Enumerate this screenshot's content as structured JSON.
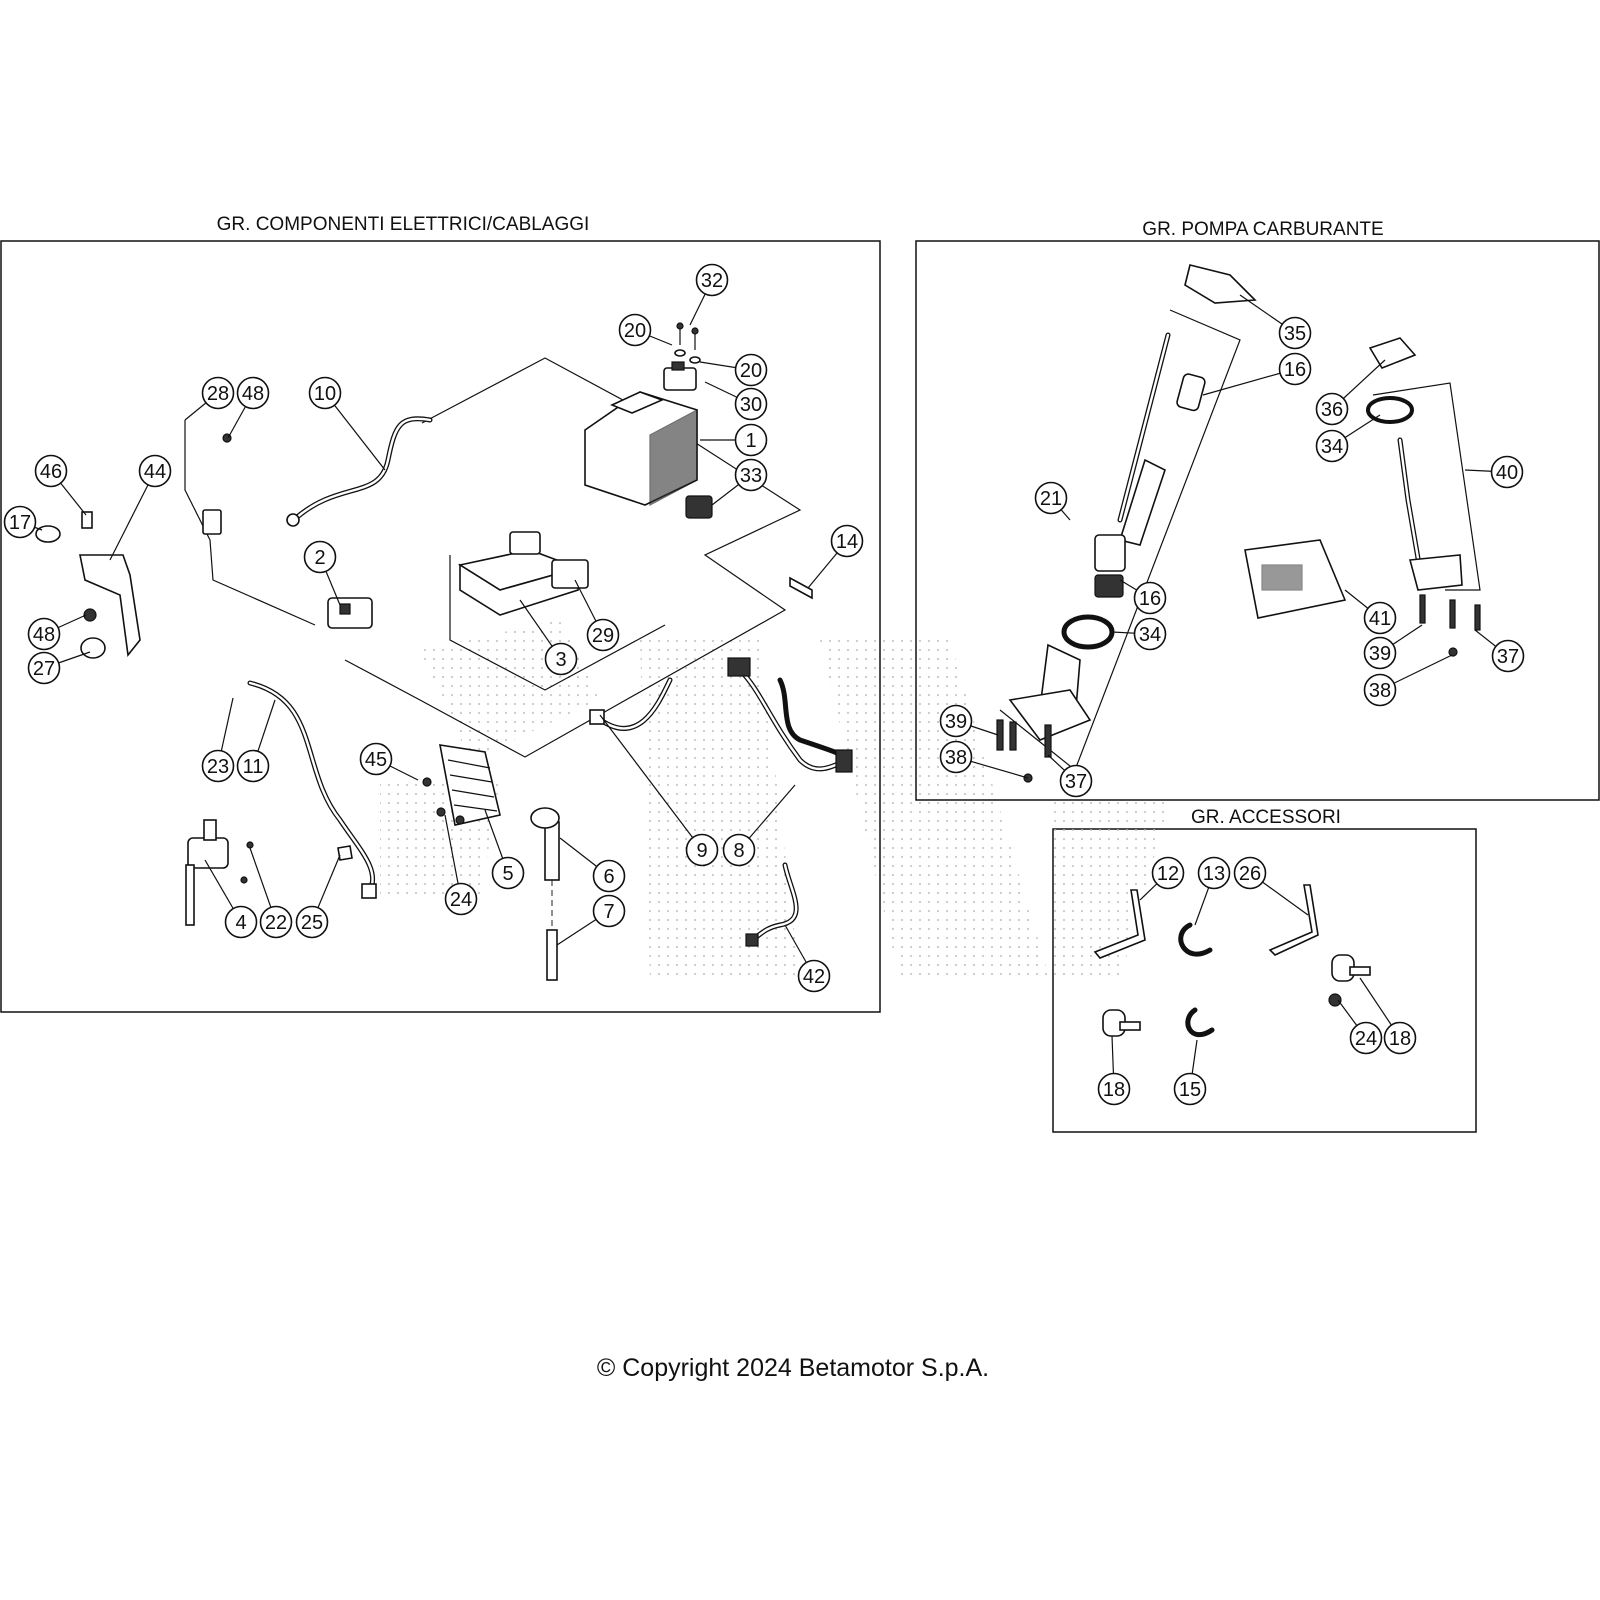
{
  "groups": {
    "electrical": {
      "title": "GR. COMPONENTI ELETTRICI/CABLAGGI"
    },
    "fuel_pump": {
      "title": "GR. POMPA CARBURANTE"
    },
    "accessories": {
      "title": "GR. ACCESSORI"
    }
  },
  "callouts": {
    "electrical": [
      "32",
      "20",
      "20",
      "30",
      "1",
      "33",
      "28",
      "48",
      "10",
      "46",
      "44",
      "17",
      "2",
      "14",
      "29",
      "3",
      "48",
      "27",
      "23",
      "11",
      "45",
      "5",
      "6",
      "7",
      "24",
      "9",
      "8",
      "4",
      "22",
      "25",
      "42"
    ],
    "fuel_pump": [
      "35",
      "16",
      "36",
      "34",
      "40",
      "21",
      "16",
      "34",
      "41",
      "39",
      "37",
      "38",
      "39",
      "38",
      "37"
    ],
    "accessories": [
      "12",
      "13",
      "26",
      "24",
      "18",
      "18",
      "15"
    ]
  },
  "footer": {
    "copyright": "© Copyright 2024 Betamotor S.p.A."
  }
}
